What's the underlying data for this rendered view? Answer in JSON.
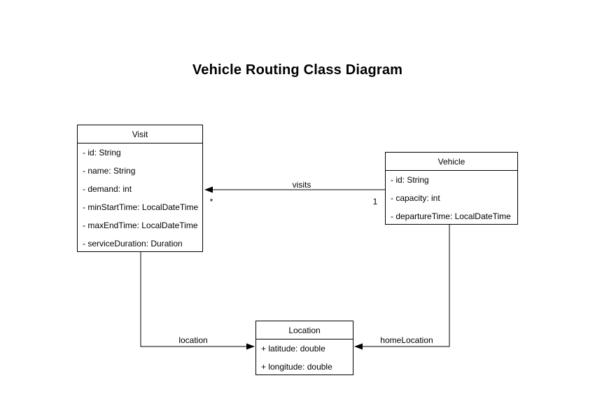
{
  "title": "Vehicle Routing Class Diagram",
  "classes": [
    {
      "name": "Visit",
      "attributes": [
        "- id: String",
        "- name: String",
        "- demand: int",
        "- minStartTime: LocalDateTime",
        "- maxEndTime: LocalDateTime",
        "- serviceDuration: Duration"
      ]
    },
    {
      "name": "Vehicle",
      "attributes": [
        "- id: String",
        "- capacity: int",
        "- departureTime: LocalDateTime"
      ]
    },
    {
      "name": "Location",
      "attributes": [
        "+ latitude: double",
        "+ longitude: double"
      ]
    }
  ],
  "relationships": [
    {
      "label": "visits",
      "from": "Vehicle",
      "to": "Visit",
      "source_multiplicity": "1",
      "target_multiplicity": "*"
    },
    {
      "label": "location",
      "from": "Visit",
      "to": "Location"
    },
    {
      "label": "homeLocation",
      "from": "Vehicle",
      "to": "Location"
    }
  ],
  "colors": {
    "background": "#ffffff",
    "line": "#000000",
    "text": "#000000"
  }
}
